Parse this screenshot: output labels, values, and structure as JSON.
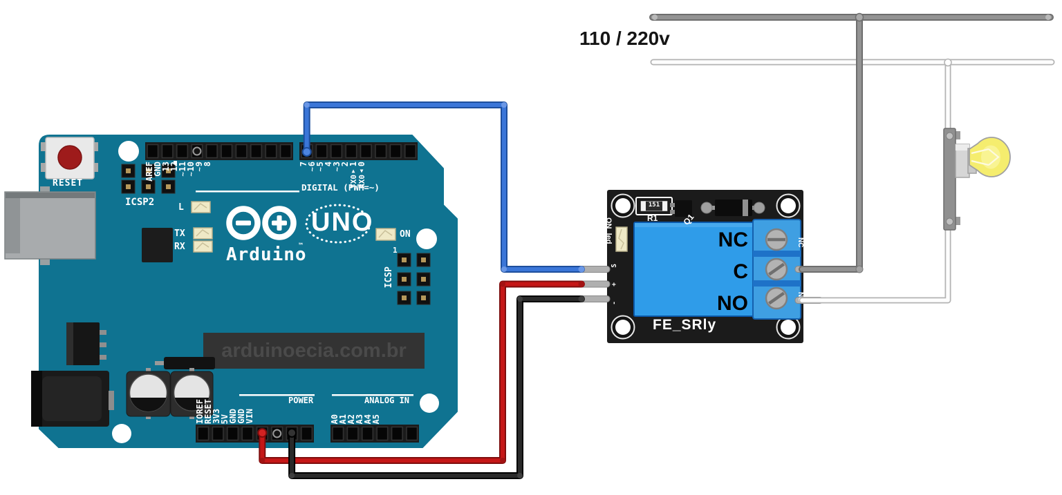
{
  "mains": {
    "label": "110 / 220v",
    "live_color": "#939393",
    "neutral_color": "#fdfdfd"
  },
  "arduino": {
    "board_color": "#0f7391",
    "reset_label": "RESET",
    "icsp2_label": "ICSP2",
    "icsp_label": "ICSP",
    "icsp_pin1": "1",
    "digital_caption": "DIGITAL (PWM=~)",
    "digital_left": [
      {
        "l": "",
        "t": ""
      },
      {
        "l": "",
        "t": ""
      },
      {
        "l": "AREF",
        "t": ""
      },
      {
        "l": "GND",
        "t": ""
      },
      {
        "l": "13",
        "t": ""
      },
      {
        "l": "12",
        "t": ""
      },
      {
        "l": "11",
        "t": "~"
      },
      {
        "l": "10",
        "t": "~"
      },
      {
        "l": "9",
        "t": "~"
      },
      {
        "l": "8",
        "t": ""
      }
    ],
    "digital_right": [
      {
        "l": "7",
        "t": "",
        "a": "",
        "x": ""
      },
      {
        "l": "6",
        "t": "~",
        "a": "",
        "x": ""
      },
      {
        "l": "5",
        "t": "~",
        "a": "",
        "x": ""
      },
      {
        "l": "4",
        "t": "",
        "a": "",
        "x": ""
      },
      {
        "l": "3",
        "t": "~",
        "a": "",
        "x": ""
      },
      {
        "l": "2",
        "t": "",
        "a": "",
        "x": ""
      },
      {
        "l": "1",
        "t": "",
        "a": "▲",
        "x": "TX0"
      },
      {
        "l": "0",
        "t": "",
        "a": "▼",
        "x": "RX0"
      }
    ],
    "led_l": "L",
    "led_tx": "TX",
    "led_rx": "RX",
    "led_on": "ON",
    "logo_model": "UNO",
    "brand": "Arduino",
    "brand_tm": "™",
    "watermark": "arduinoecia.com.br",
    "power_caption": "POWER",
    "power_labels": [
      "",
      "IOREF",
      "RESET",
      "3V3",
      "5V",
      "GND",
      "GND",
      "VIN"
    ],
    "analog_caption": "ANALOG IN",
    "analog_labels": [
      "A0",
      "A1",
      "A2",
      "A3",
      "A4",
      "A5"
    ]
  },
  "relay": {
    "pcb_color": "#1b1b1b",
    "coil_color": "#2f9ce9",
    "terminal_color": "#3f9fe2",
    "r1_label": "R1",
    "r1_value": "151",
    "q1_label": "Q1",
    "onled_label": "ON_led",
    "signal_pin_labels": [
      "S",
      "+",
      "-"
    ],
    "contact_labels": [
      "NC",
      "C",
      "NO"
    ],
    "terminal_side_labels": [
      "NC",
      "NO"
    ],
    "module_name": "FE_SRly"
  },
  "wires": {
    "signal_color": "#3b76d8",
    "vcc_color": "#c51717",
    "gnd_color": "#2a2a2a",
    "live_color": "#939393",
    "neutral_color": "#fdfdfd"
  },
  "bulb": {
    "glass_color": "#f5ed6e"
  }
}
